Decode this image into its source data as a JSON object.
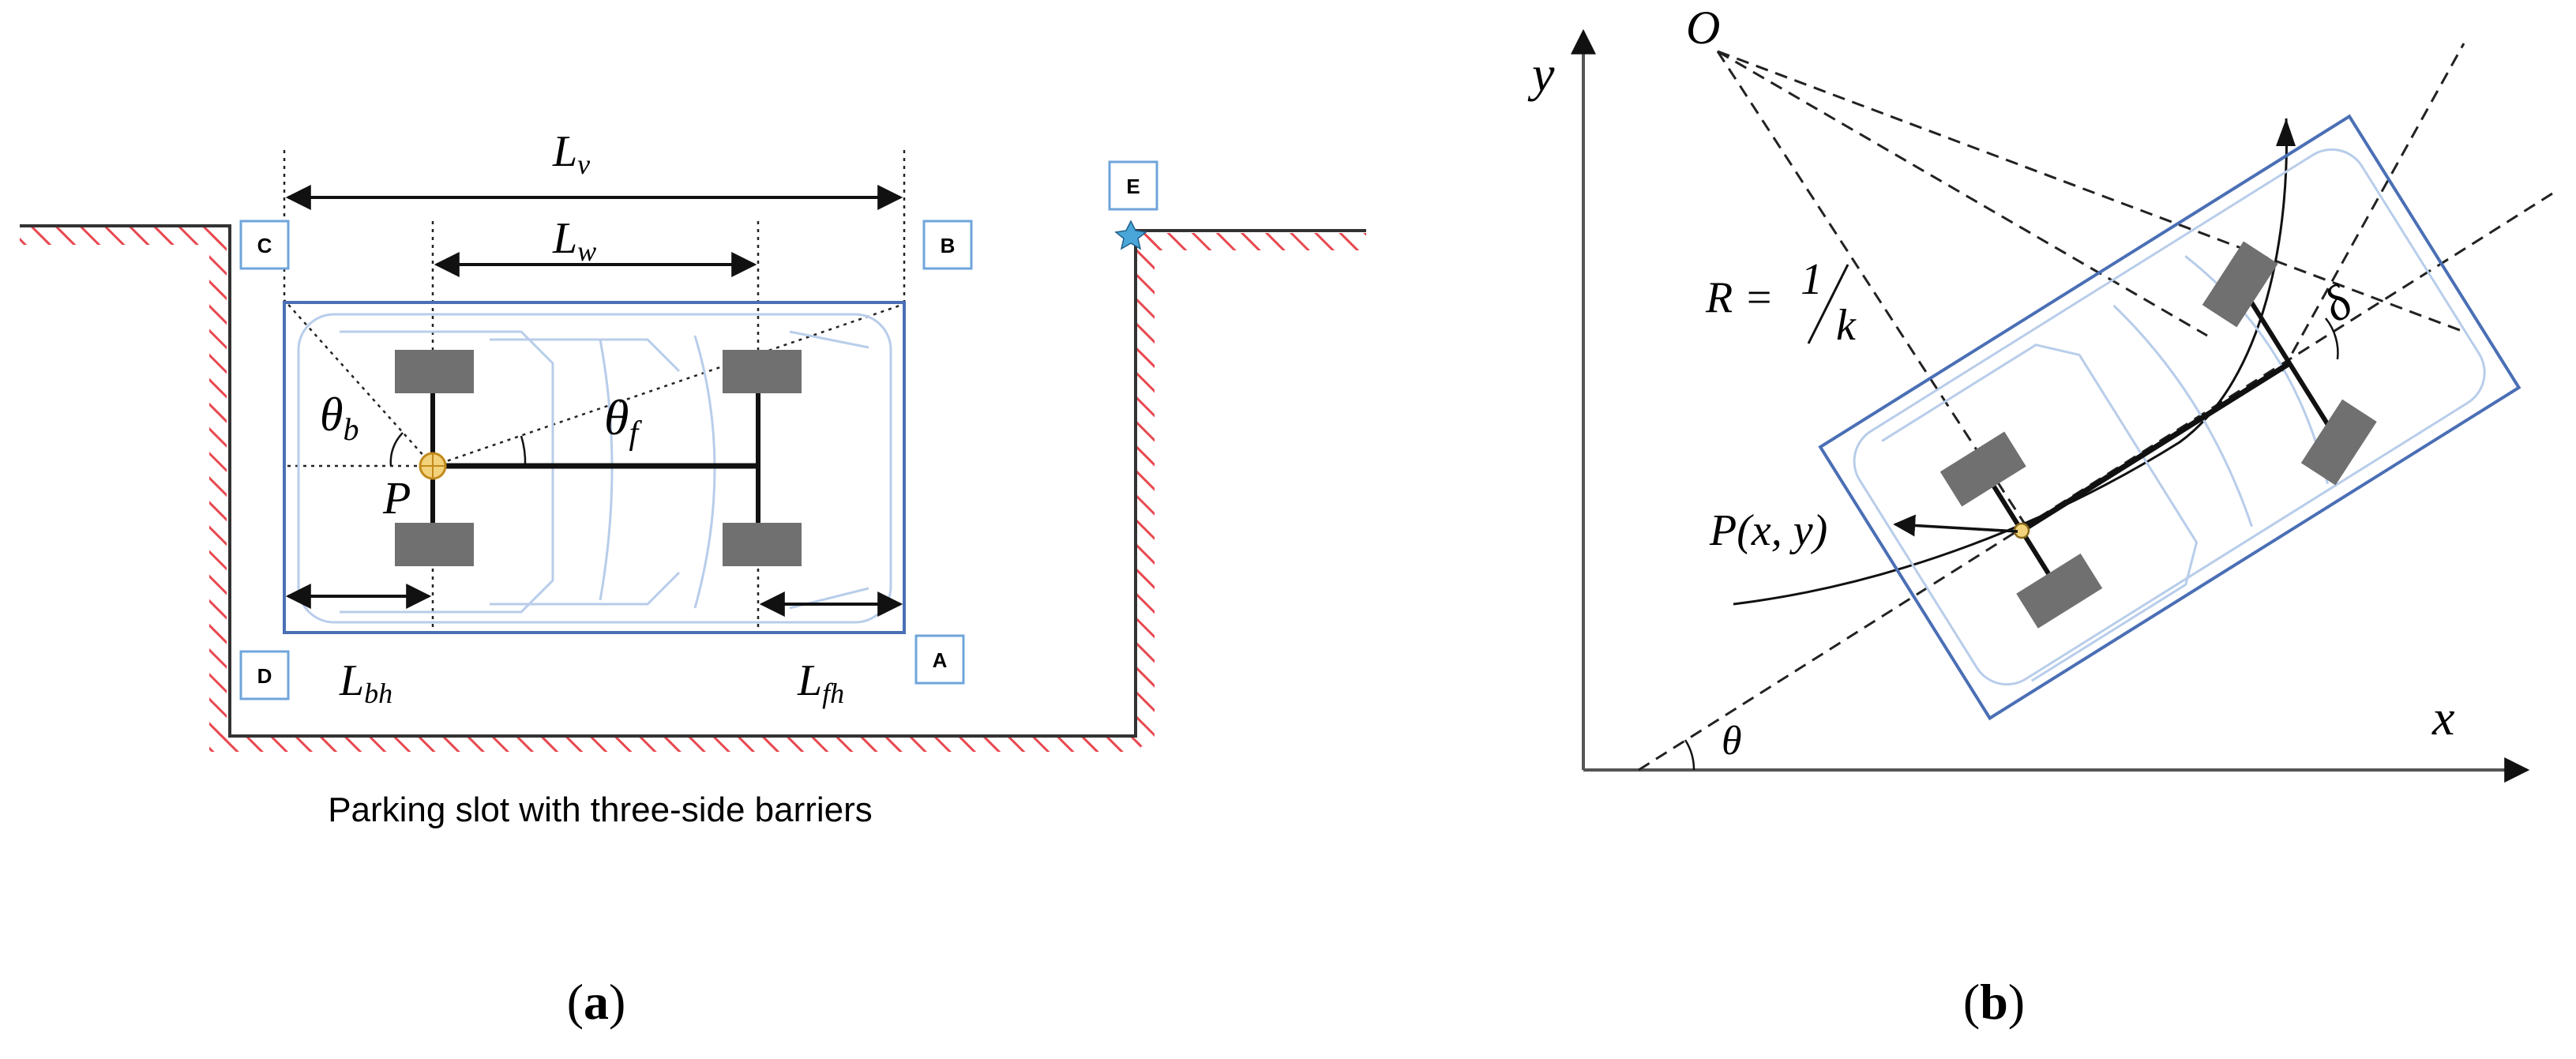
{
  "panel_a": {
    "caption": "Parking slot with three-side barriers",
    "label_bold": "a",
    "corners": {
      "A": "A",
      "B": "B",
      "C": "C",
      "D": "D",
      "E": "E"
    },
    "dims": {
      "lv": "L",
      "lv_sub": "v",
      "lw": "L",
      "lw_sub": "w",
      "lbh": "L",
      "lbh_sub": "bh",
      "lfh": "L",
      "lfh_sub": "fh"
    },
    "angles": {
      "theta_b": "θ",
      "theta_b_sub": "b",
      "theta_f": "θ",
      "theta_f_sub": "f"
    },
    "point": "P"
  },
  "panel_b": {
    "label_bold": "b",
    "axis_x": "x",
    "axis_y": "y",
    "origin_center": "O",
    "radius_text": "R =",
    "radius_num": "1",
    "radius_den": "k",
    "point_label": "P(x, y)",
    "theta": "θ",
    "delta": "δ"
  },
  "colors": {
    "barrier": "#e8484f",
    "slot_line": "#333333",
    "car_outline": "#4a6fb5",
    "car_sketch": "#b8cdea",
    "wheel": "#707070",
    "box_border": "#6fa5db"
  }
}
